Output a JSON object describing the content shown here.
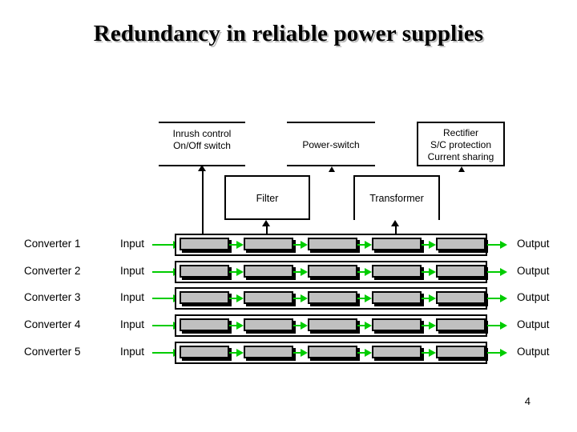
{
  "slide": {
    "title": "Redundancy in reliable power supplies",
    "page_number": "4"
  },
  "callouts": [
    {
      "name": "inrush-control-callout",
      "style": "rules",
      "lines": [
        "Inrush control",
        "On/Off switch"
      ],
      "text": "Inrush control\nOn/Off switch"
    },
    {
      "name": "power-switch-callout",
      "style": "rules",
      "lines": [
        "Power-switch"
      ],
      "text": "Power-switch"
    },
    {
      "name": "rectifier-callout",
      "style": "box",
      "lines": [
        "Rectifier",
        "S/C protection",
        "Current sharing"
      ],
      "text": "Rectifier\nS/C protection\nCurrent sharing"
    }
  ],
  "stages": [
    {
      "name": "filter-box",
      "label": "Filter"
    },
    {
      "name": "transformer-box",
      "label": "Transformer"
    }
  ],
  "converters": {
    "input_label": "Input",
    "output_label": "Output",
    "stage_count": 5,
    "rows": [
      {
        "label": "Converter 1",
        "input": "Input",
        "output": "Output"
      },
      {
        "label": "Converter 2",
        "input": "Input",
        "output": "Output"
      },
      {
        "label": "Converter 3",
        "input": "Input",
        "output": "Output"
      },
      {
        "label": "Converter 4",
        "input": "Input",
        "output": "Output"
      },
      {
        "label": "Converter 5",
        "input": "Input",
        "output": "Output"
      }
    ]
  },
  "colors": {
    "block_fill": "#c0c0c0",
    "connector_green": "#00cc00",
    "outline": "#000000",
    "background": "#ffffff",
    "title_shadow": "#bdbdbd"
  }
}
